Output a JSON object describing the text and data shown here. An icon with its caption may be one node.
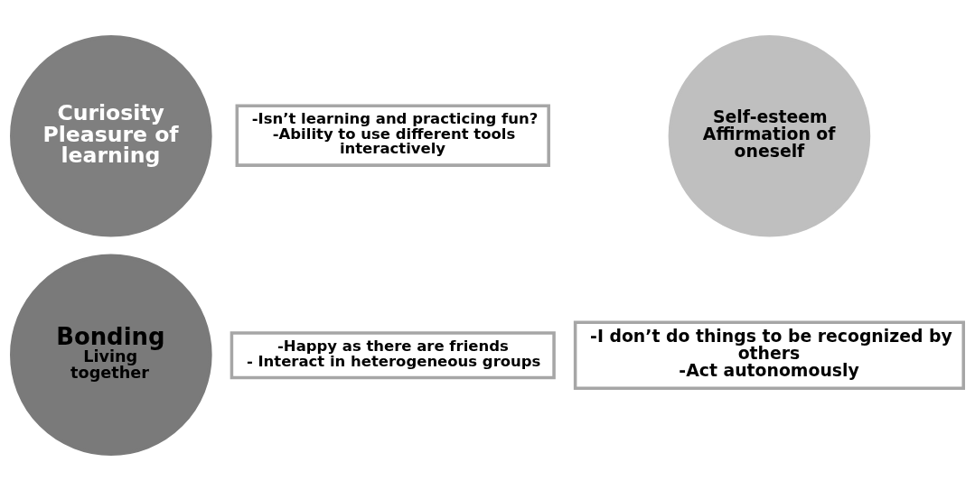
{
  "diagram": {
    "nodes": [
      {
        "text": [
          "-Isn’t learning and practicing fun?",
          "-Ability to use different tools interactively"
        ]
      },
      {
        "text": [
          "Curiosity",
          "Pleasure of learning"
        ]
      },
      {
        "text": [
          "Self-esteem",
          "Affirmation of oneself"
        ]
      },
      {
        "text": [
          "Bonding",
          "Living together"
        ]
      },
      {
        "text": [
          "-Happy as there are friends",
          "- Interact in heterogeneous groups"
        ]
      },
      {
        "text": [
          "-I don’t do things to be recognized by others",
          "-Act autonomously"
        ]
      }
    ],
    "edges": []
  }
}
